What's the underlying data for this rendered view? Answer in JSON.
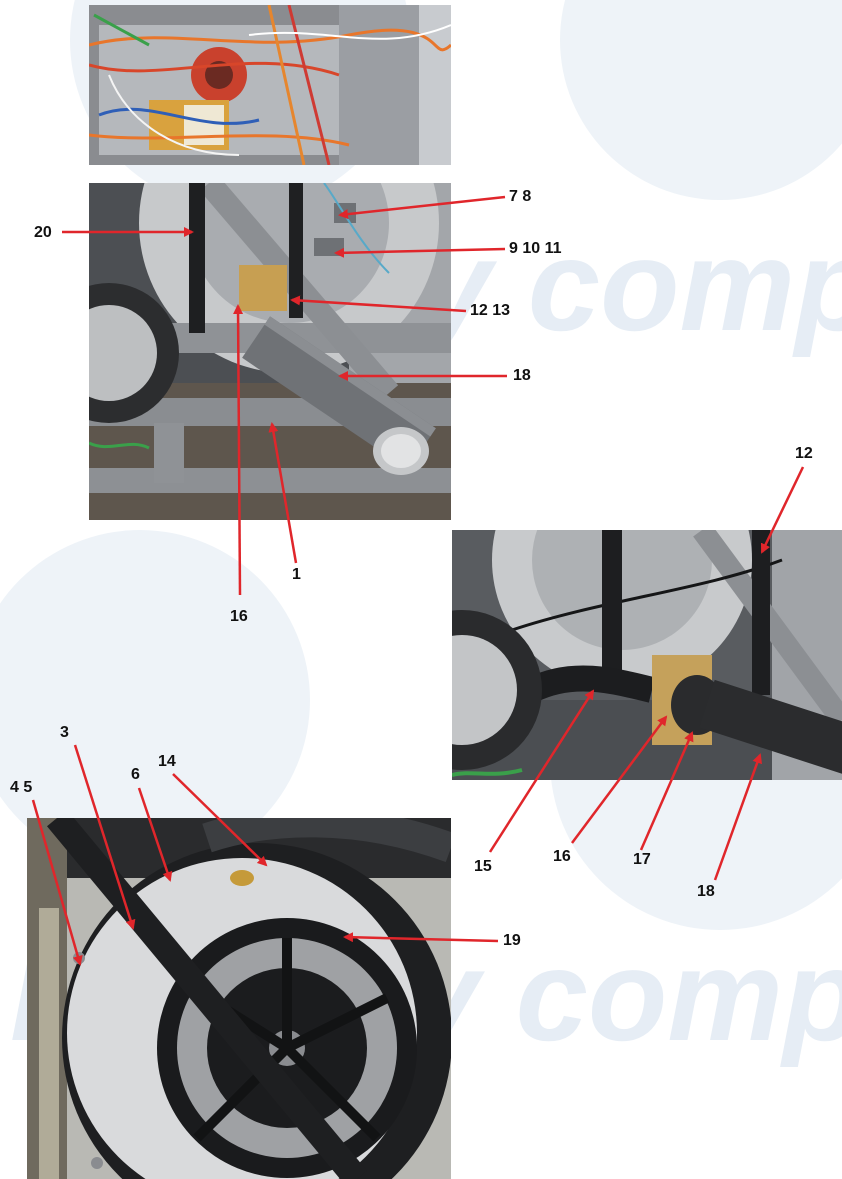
{
  "watermark": {
    "text": "laundry comp",
    "color": "#e8eef5"
  },
  "figure": {
    "colors": {
      "arrow": "#e0262b",
      "label": "#111111"
    },
    "photos": [
      {
        "name": "photo-wiring-panel",
        "subject": "electrical-box"
      },
      {
        "name": "photo-drain-pipe",
        "subject": "drain-pipe-assembly"
      },
      {
        "name": "photo-drain-valve-closeup",
        "subject": "drain-valve"
      },
      {
        "name": "photo-drive-pulley",
        "subject": "belt-and-pulley"
      }
    ],
    "callouts": [
      {
        "id": "c20",
        "label": "20"
      },
      {
        "id": "c78",
        "label": "7  8"
      },
      {
        "id": "c91011",
        "label": "9  10  11"
      },
      {
        "id": "c1213",
        "label": "12 13"
      },
      {
        "id": "c18a",
        "label": "18"
      },
      {
        "id": "c1",
        "label": "1"
      },
      {
        "id": "c16a",
        "label": "16"
      },
      {
        "id": "c12",
        "label": "12"
      },
      {
        "id": "c15",
        "label": "15"
      },
      {
        "id": "c16b",
        "label": "16"
      },
      {
        "id": "c17",
        "label": "17"
      },
      {
        "id": "c18b",
        "label": "18"
      },
      {
        "id": "c3",
        "label": "3"
      },
      {
        "id": "c45",
        "label": "4  5"
      },
      {
        "id": "c6",
        "label": "6"
      },
      {
        "id": "c14",
        "label": "14"
      },
      {
        "id": "c19",
        "label": "19"
      }
    ]
  }
}
